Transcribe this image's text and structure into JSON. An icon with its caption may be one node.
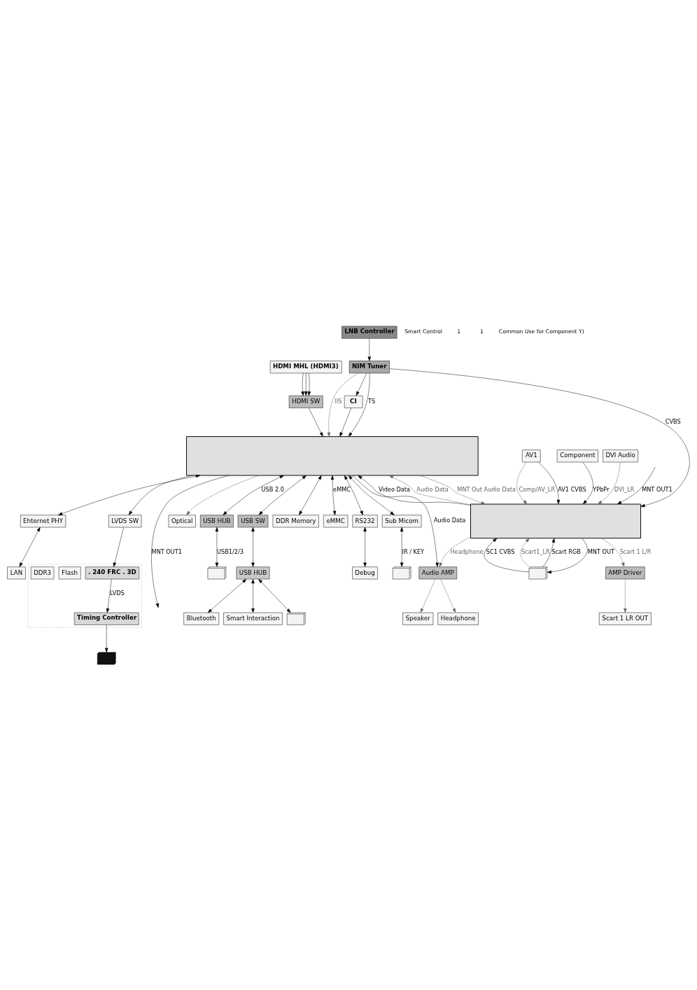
{
  "diagram": {
    "nodes": [
      {
        "text": [],
        "shape": "box"
      },
      {
        "text": [],
        "shape": "box"
      },
      {
        "text": [
          "DDR Memory"
        ]
      },
      {
        "text": [
          "eMMC"
        ]
      },
      {
        "text": [
          "USB HUB"
        ]
      },
      {
        "text": [],
        "shape": "picture"
      },
      {
        "text": [
          "USB HUB"
        ]
      },
      {
        "text": [
          "USB SW"
        ]
      },
      {
        "text": [],
        "shape": "picture"
      },
      {
        "text": [
          "Bluetooth"
        ]
      },
      {
        "text": [
          "Smart Interaction"
        ]
      },
      {
        "text": [
          "RS232"
        ]
      },
      {
        "text": [
          "Debug"
        ]
      },
      {
        "text": [
          "Sub Micom"
        ]
      },
      {
        "text": [],
        "shape": "picture"
      },
      {
        "text": [
          "Ehternet PHY"
        ]
      },
      {
        "text": [
          "LAN"
        ]
      },
      {
        "text": [
          "LVDS SW"
        ]
      },
      {
        "text": [],
        "shape": "box"
      },
      {
        "text": [
          ". 240 FRC . 3D"
        ],
        "in": 18
      },
      {
        "text": [
          "Flash"
        ],
        "in": 18
      },
      {
        "text": [
          "DDR3"
        ],
        "in": 18
      },
      {
        "text": [
          "Timing Controller"
        ],
        "in": 18
      },
      {
        "text": [],
        "shape": "picture"
      },
      {
        "text": [
          "Optical"
        ]
      },
      {
        "text": [
          "Speaker"
        ]
      },
      {
        "text": [
          "Headphone"
        ]
      },
      {
        "text": [
          "Scart 1 LR OUT"
        ]
      },
      {
        "text": [
          "Audio AMP"
        ]
      },
      {
        "text": [
          "AMP Driver"
        ]
      },
      {
        "text": [
          "HDMI SW"
        ]
      },
      {
        "text": [
          "HDMI MHL (HDMI3)"
        ]
      },
      {
        "text": [
          "CI"
        ]
      },
      {
        "text": [
          "NIM Tuner"
        ]
      },
      {
        "text": [
          "LNB Controller"
        ]
      },
      {
        "text": [],
        "shape": "picture"
      },
      {
        "text": [
          "AV1"
        ]
      },
      {
        "text": [
          "Component"
        ]
      },
      {
        "text": [
          "DVI Audio"
        ]
      }
    ],
    "edges": [
      {
        "from": 0,
        "to": 2,
        "arrow": "both"
      },
      {
        "from": 0,
        "to": 3,
        "arrow": "both",
        "label": "eMMC"
      },
      {
        "from": 0,
        "to": 4,
        "arrow": "both",
        "label": "USB 2.0"
      },
      {
        "from": 4,
        "to": 5,
        "arrow": "both",
        "label": "USB1/2/3"
      },
      {
        "from": 0,
        "to": 7,
        "arrow": "both"
      },
      {
        "from": 7,
        "to": 6,
        "arrow": "both"
      },
      {
        "from": 6,
        "to": 8,
        "arrow": "both"
      },
      {
        "from": 6,
        "to": 9,
        "arrow": "both"
      },
      {
        "from": 6,
        "to": 10,
        "arrow": "both"
      },
      {
        "from": 0,
        "to": 11,
        "arrow": "both"
      },
      {
        "from": 11,
        "to": 12,
        "arrow": "both"
      },
      {
        "from": 0,
        "to": 13,
        "arrow": "both"
      },
      {
        "from": 13,
        "to": 14,
        "arrow": "both",
        "label": "IR / KEY"
      },
      {
        "from": 0,
        "to": 15,
        "arrow": "both"
      },
      {
        "from": 15,
        "to": 16,
        "arrow": "both"
      },
      {
        "from": 0,
        "to": 17,
        "arrow": "to"
      },
      {
        "from": 17,
        "to": 19,
        "arrow": "to"
      },
      {
        "from": 19,
        "to": 22,
        "arrow": "to",
        "label": "LVDS"
      },
      {
        "from": 22,
        "to": 23,
        "arrow": "to"
      },
      {
        "from": 0,
        "to": 24,
        "arrow": "to",
        "color": "#666666"
      },
      {
        "from": 0,
        "to": 28,
        "arrow": "to",
        "label": "Audio Data"
      },
      {
        "from": 28,
        "to": 25,
        "arrow": "to",
        "color": "#666666"
      },
      {
        "from": 28,
        "to": 26,
        "arrow": "to",
        "color": "#666666"
      },
      {
        "from": 1,
        "to": 28,
        "arrow": "to",
        "label": "Headphone",
        "color": "#666666"
      },
      {
        "from": 1,
        "to": 29,
        "arrow": "to",
        "label": "Scart 1 L/R",
        "color": "#666666"
      },
      {
        "from": 29,
        "to": 27,
        "arrow": "to",
        "color": "#666666"
      },
      {
        "from": 0,
        "to": null,
        "arrow": "to",
        "label": "MNT OUT1"
      },
      {
        "from": 30,
        "to": 0,
        "arrow": "to"
      },
      {
        "from": 31,
        "to": 30,
        "arrow": "to"
      },
      {
        "from": 31,
        "to": 30,
        "arrow": "to"
      },
      {
        "from": 31,
        "to": 30,
        "arrow": "to"
      },
      {
        "from": 32,
        "to": 0,
        "arrow": "to"
      },
      {
        "from": 33,
        "to": 0,
        "arrow": "to",
        "label": "TS"
      },
      {
        "from": 33,
        "to": 32,
        "arrow": "to"
      },
      {
        "from": 33,
        "to": 0,
        "arrow": "to",
        "label": "IIS",
        "color": "#666666"
      },
      {
        "from": 33,
        "to": 1,
        "arrow": "to",
        "label": "CVBS"
      },
      {
        "from": 34,
        "to": 33,
        "arrow": "to"
      },
      {
        "from": 1,
        "to": 0,
        "arrow": "to",
        "label": "Video Data"
      },
      {
        "from": 1,
        "to": 0,
        "arrow": "to",
        "label": "Audio Data",
        "color": "#666666"
      },
      {
        "from": 0,
        "to": 1,
        "arrow": "to",
        "label": "MNT Out Audio Data",
        "color": "#666666"
      },
      {
        "from": null,
        "to": 1,
        "arrow": "to",
        "label": "MNT OUT1"
      },
      {
        "from": 35,
        "to": 1,
        "arrow": "to",
        "label": "SC1 CVBS"
      },
      {
        "from": 1,
        "to": 35,
        "arrow": "to",
        "label": "MNT OUT"
      },
      {
        "from": 35,
        "to": 1,
        "arrow": "to",
        "label": "Scart1_LR",
        "color": "#666666"
      },
      {
        "from": 35,
        "to": 1,
        "arrow": "to",
        "label": "Scart RGB"
      },
      {
        "from": 36,
        "to": 1,
        "arrow": "to",
        "label": "AV1 CVBS"
      },
      {
        "from": 36,
        "to": 1,
        "arrow": "to",
        "label": "Comp/AV_LR",
        "color": "#666666"
      },
      {
        "from": 37,
        "to": 1,
        "arrow": "to",
        "label": "YPbPr"
      },
      {
        "from": 38,
        "to": 1,
        "arrow": "to",
        "label": "DVI_LR",
        "color": "#666666"
      }
    ],
    "labels": [
      "Smart Control",
      "1",
      "1",
      "Common Use for Component Y)"
    ]
  }
}
